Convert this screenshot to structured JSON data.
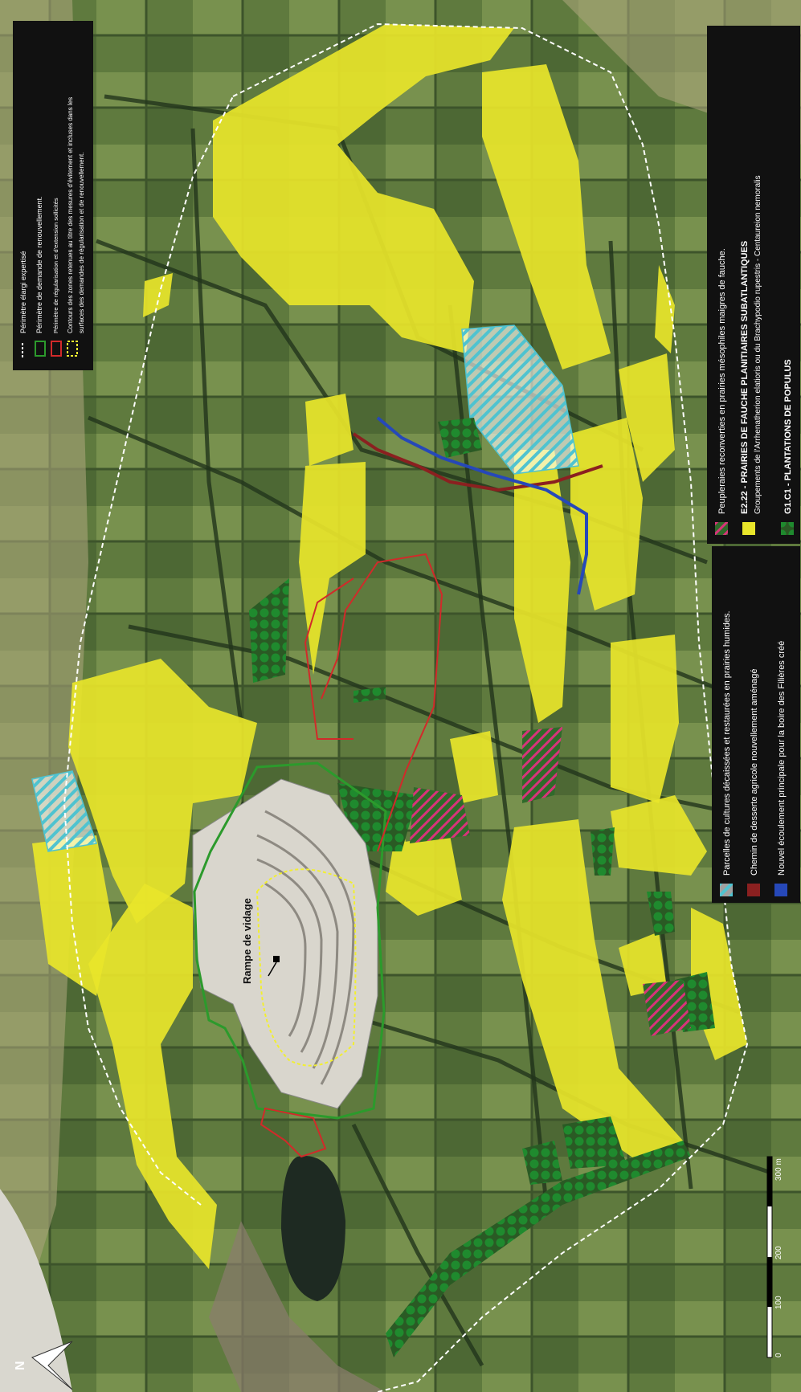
{
  "map": {
    "colors": {
      "aerial_base": "#5f7a3e",
      "field_light": "#8da45c",
      "field_dark": "#3f5a2b",
      "hedge": "#22351b",
      "meadow_yellow": "#e8e52a",
      "quarry": "#d9d6cd",
      "lake": "#1e2a22",
      "poplar_green": "#1f8a2e",
      "wet_hatch": "#4fc3d0",
      "poplar_hatch": "#d8337a",
      "renewal_green": "#2c9a2c",
      "extension_red": "#d12a2a",
      "avoidance_yellow": "#f2ef30",
      "path_red": "#8b2020",
      "flow_blue": "#2648b8",
      "legend_bg": "#111111"
    },
    "labels": {
      "rampe": "Rampe de vidage"
    },
    "scale_bar": {
      "ticks": [
        "0",
        "100",
        "200",
        "300 m"
      ]
    },
    "north_arrow": {
      "letter": "N"
    }
  },
  "legend_top": {
    "items": [
      {
        "symbol": "dashed-white",
        "label": "Périmètre élargi expertisé"
      },
      {
        "symbol": "outline-green",
        "label": "Périmètre de demande de renouvellement."
      },
      {
        "symbol": "outline-red",
        "label": "Périmètre de régularisation et d'extension sollicités"
      },
      {
        "symbol": "dashed-yellow",
        "label": "Contours des zones retenues au titre des mesures d'évitement et incluses dans les"
      },
      {
        "symbol": "none",
        "label": "surfaces des demandes de régularisation et de renouvellement."
      }
    ]
  },
  "legend_left": {
    "items": [
      {
        "symbol": "hatch-cyan",
        "label": "Parcelles de cultures décaissées et restaurées en prairies humides."
      },
      {
        "symbol": "fill-darkred",
        "label": "Chemin de desserte agricole nouvellement aménagé"
      },
      {
        "symbol": "fill-blue",
        "label": "Nouvel écoulement principale pour la boire des Filières créé"
      }
    ]
  },
  "legend_right": {
    "items": [
      {
        "symbol": "hatch-pink",
        "label": "Peupleraies reconverties en prairies mésophiles maigres de fauche."
      },
      {
        "symbol": "fill-yellow",
        "label": "E2.22 - PRAIRIES DE FAUCHE PLANITIAIRES SUBATLANTIQUES"
      },
      {
        "symbol": "none",
        "label": "Groupements de l'Arrhenatherion elatioris ou du Brachypodio rupestris - Centaureion nemoralis"
      },
      {
        "symbol": "dots-green",
        "label": "G1.C1 - PLANTATIONS DE POPULUS"
      }
    ]
  }
}
